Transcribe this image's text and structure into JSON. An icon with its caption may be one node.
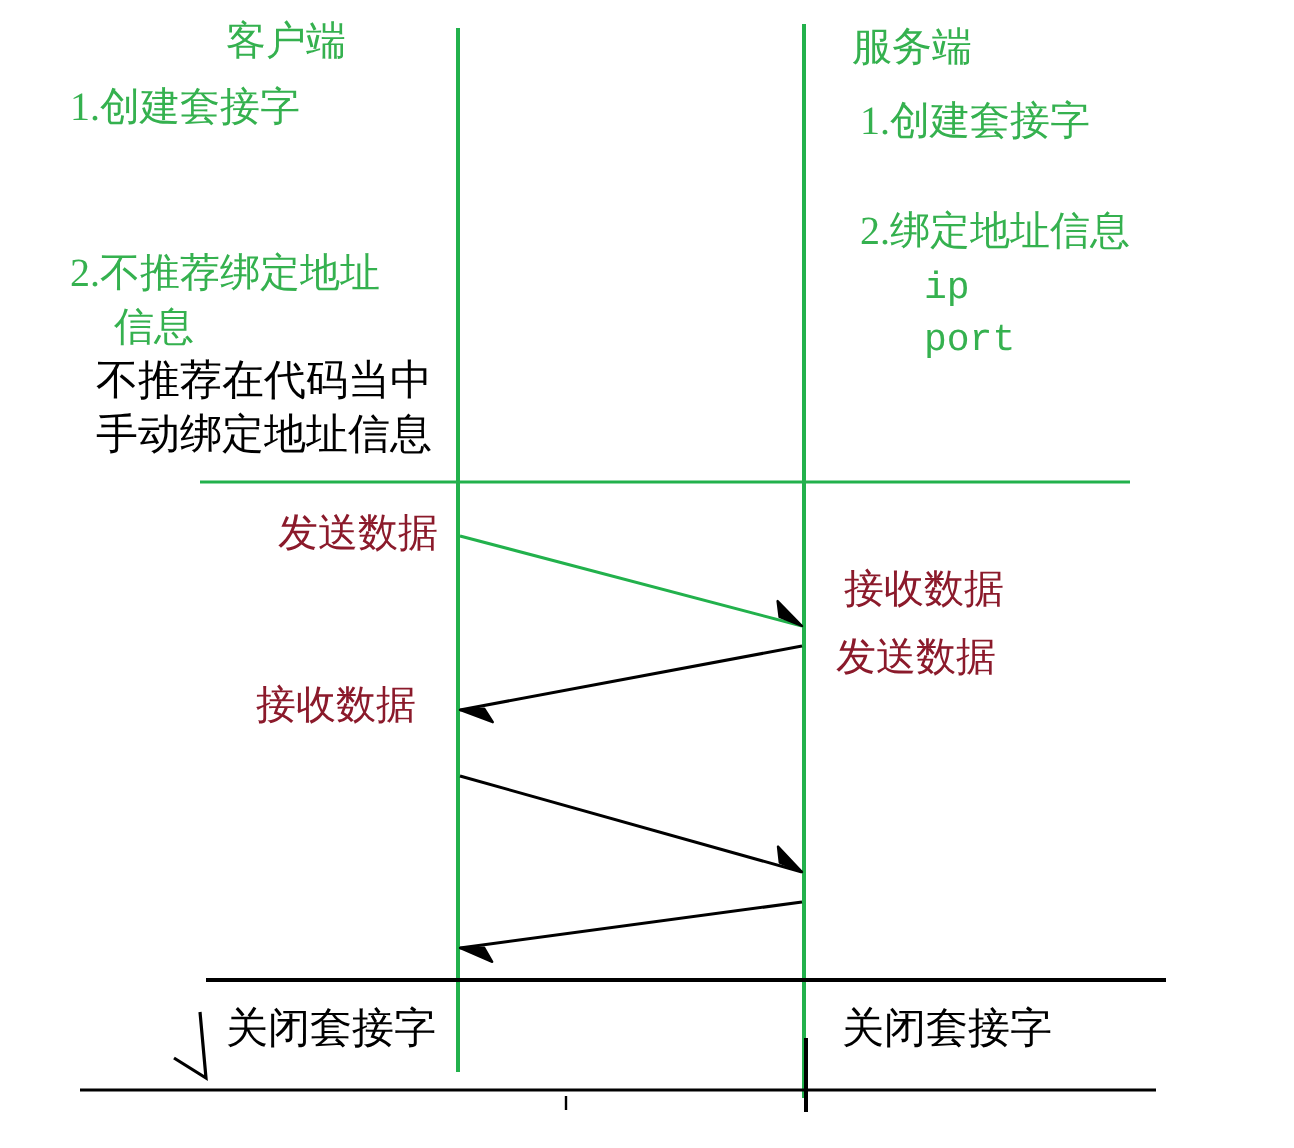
{
  "diagram": {
    "nodes": [
      {
        "text": [],
        "shape": "line"
      },
      {
        "text": [],
        "shape": "line"
      }
    ],
    "edges": [
      {
        "from": 0,
        "to": 1,
        "arrow": "to",
        "color": "#22b14c"
      },
      {
        "from": 1,
        "to": 0,
        "arrow": "to"
      },
      {
        "from": 0,
        "to": 1,
        "arrow": "to"
      },
      {
        "from": 1,
        "to": 0,
        "arrow": "to"
      }
    ],
    "labels": [
      "客户端",
      "服务端",
      "1.创建套接字",
      "2.不推荐绑定地址信息",
      "不推荐在代码当中手动绑定地址信息",
      "1.创建套接字",
      "2.绑定地址信息",
      "ip",
      "port",
      "发送数据",
      "接收数据",
      "发送数据",
      "接收数据",
      "关闭套接字",
      "关闭套接字"
    ]
  }
}
